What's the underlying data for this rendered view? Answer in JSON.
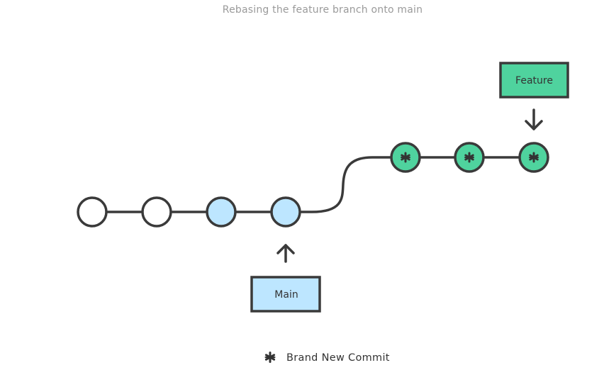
{
  "caption": "Rebasing the feature branch onto main",
  "colors": {
    "stroke": "#3a3a3a",
    "main_fill": "#bde6ff",
    "feature_fill": "#4fd39e",
    "plain_fill": "#ffffff"
  },
  "branches": {
    "main": {
      "label": "Main"
    },
    "feature": {
      "label": "Feature"
    }
  },
  "commits": {
    "main_line": [
      {
        "kind": "plain"
      },
      {
        "kind": "plain"
      },
      {
        "kind": "main"
      },
      {
        "kind": "main"
      }
    ],
    "feature_line": [
      {
        "kind": "feature-new"
      },
      {
        "kind": "feature-new"
      },
      {
        "kind": "feature-new"
      }
    ]
  },
  "legend": {
    "icon": "asterisk-icon",
    "label": "Brand New Commit"
  }
}
